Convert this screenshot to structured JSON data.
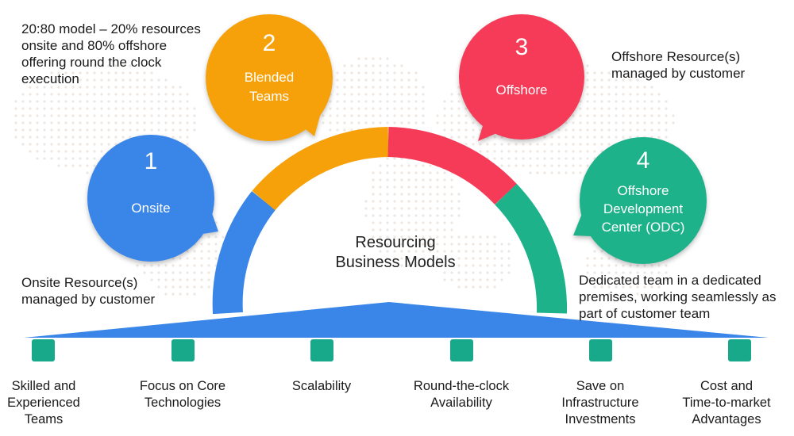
{
  "center_title": "Resourcing\nBusiness Models",
  "colors": {
    "blue": "#3A86E8",
    "orange": "#F7A10A",
    "red": "#F53B57",
    "green": "#1DB28A",
    "teal_square": "#17A98A",
    "base": "#3A86E8",
    "map_dots": "#EDE6E1"
  },
  "models": [
    {
      "number": "1",
      "label": "Onsite",
      "color": "#3A86E8",
      "description": "Onsite Resource(s)\nmanaged by customer"
    },
    {
      "number": "2",
      "label": "Blended\nTeams",
      "color": "#F7A10A",
      "description": "20:80 model – 20% resources\nonsite and 80% offshore\noffering round the clock\nexecution"
    },
    {
      "number": "3",
      "label": "Offshore",
      "color": "#F53B57",
      "description": "Offshore Resource(s)\nmanaged by customer"
    },
    {
      "number": "4",
      "label": "Offshore\nDevelopment\nCenter (ODC)",
      "color": "#1DB28A",
      "description": "Dedicated team in a dedicated\npremises, working seamlessly as\npart of customer team"
    }
  ],
  "benefits": [
    "Skilled and\nExperienced\nTeams",
    "Focus on Core\nTechnologies",
    "Scalability",
    "Round-the-clock\nAvailability",
    "Save on\nInfrastructure\nInvestments",
    "Cost and\nTime-to-market\nAdvantages"
  ]
}
